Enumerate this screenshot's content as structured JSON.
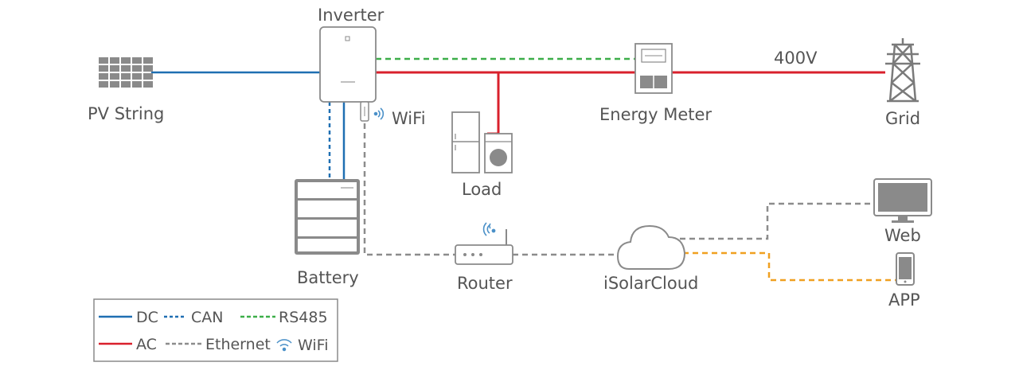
{
  "labels": {
    "inverter": "Inverter",
    "pv_string": "PV String",
    "wifi": "WiFi",
    "energy_meter": "Energy Meter",
    "voltage": "400V",
    "grid": "Grid",
    "load": "Load",
    "battery": "Battery",
    "router": "Router",
    "cloud": "iSolarCloud",
    "web": "Web",
    "app": "APP"
  },
  "legend": {
    "dc": "DC",
    "can": "CAN",
    "rs485": "RS485",
    "ac": "AC",
    "ethernet": "Ethernet",
    "wifi": "WiFi"
  },
  "colors": {
    "dc": "#1f6fb2",
    "can": "#1f6fb2",
    "rs485": "#3cae49",
    "ac": "#d9202c",
    "ethernet": "#8c8c8c",
    "wifi": "#4a90c8",
    "app_link": "#f0a020",
    "device": "#8a8a8a",
    "text": "#555555"
  }
}
